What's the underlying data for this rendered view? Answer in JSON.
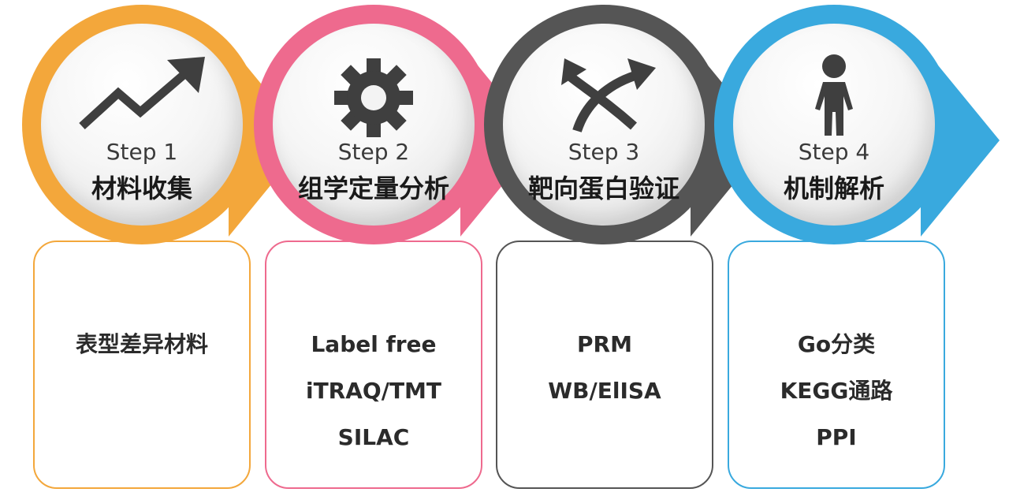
{
  "colors": {
    "step1": "#F3A73B",
    "step2": "#EE6A8E",
    "step3": "#555555",
    "step4": "#39A9DE",
    "icon": "#3f3f3f"
  },
  "steps": [
    {
      "label": "Step 1",
      "title": "材料收集",
      "icon": "trend-arrow-icon",
      "items": [
        "表型差异材料"
      ]
    },
    {
      "label": "Step 2",
      "title": "组学定量分析",
      "icon": "gear-icon",
      "items": [
        "Label free",
        "iTRAQ/TMT",
        "SILAC"
      ]
    },
    {
      "label": "Step 3",
      "title": "靶向蛋白验证",
      "icon": "crossed-arrows-icon",
      "items": [
        "PRM",
        "WB/ElISA"
      ]
    },
    {
      "label": "Step 4",
      "title": "机制解析",
      "icon": "person-icon",
      "items": [
        "Go分类",
        "KEGG通路",
        "PPI"
      ]
    }
  ]
}
